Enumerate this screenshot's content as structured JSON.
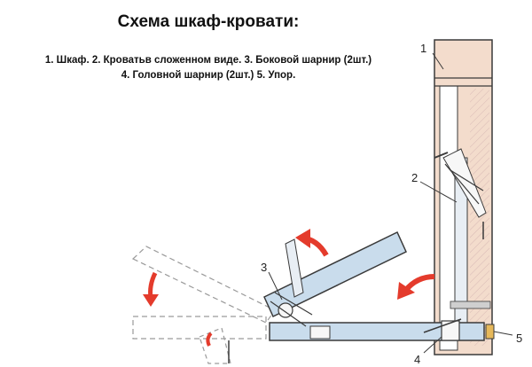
{
  "title": "Схема шкаф-кровати:",
  "legend": {
    "line1": "1. Шкаф. 2. Кроватьв сложенном виде. 3. Боковой шарнир (2шт.)",
    "line2": "4. Головной шарнир (2шт.) 5. Упор."
  },
  "callouts": {
    "c1": "1",
    "c2": "2",
    "c3": "3",
    "c4": "4",
    "c5": "5"
  },
  "colors": {
    "line": "#3a3a3a",
    "cabinet_wood": "#f3dccc",
    "bed_blue": "#c9dcec",
    "arrow_red": "#e43b2c",
    "dashed": "#9a9a9a"
  }
}
